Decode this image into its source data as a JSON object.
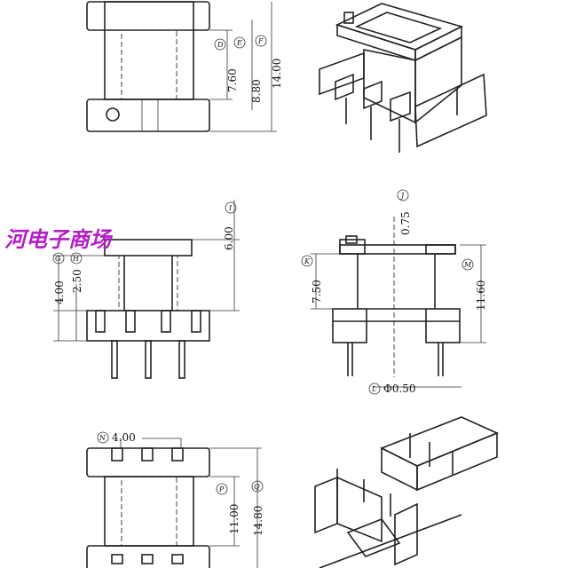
{
  "watermark": "河电子商场",
  "top_left_view": {
    "labels": [
      "D",
      "E",
      "F"
    ],
    "dimensions": [
      "7.60",
      "8.80",
      "14.00"
    ]
  },
  "middle_left_view": {
    "label_top": "I",
    "dim_top": "6.00",
    "labels_left": [
      "G",
      "H"
    ],
    "dims_left": [
      "4.00",
      "2.50"
    ]
  },
  "middle_right_view": {
    "label_top": "J",
    "dim_top": "0.75",
    "label_left": "K",
    "dim_left": "7.50",
    "label_right": "M",
    "dim_right": "11.60",
    "label_bottom": "L",
    "dim_bottom": "Φ0.50"
  },
  "bottom_left_view": {
    "label_top": "N",
    "dim_top": "4.00",
    "labels_right": [
      "P",
      "Q"
    ],
    "dims_right": [
      "11.00",
      "14.80"
    ]
  }
}
